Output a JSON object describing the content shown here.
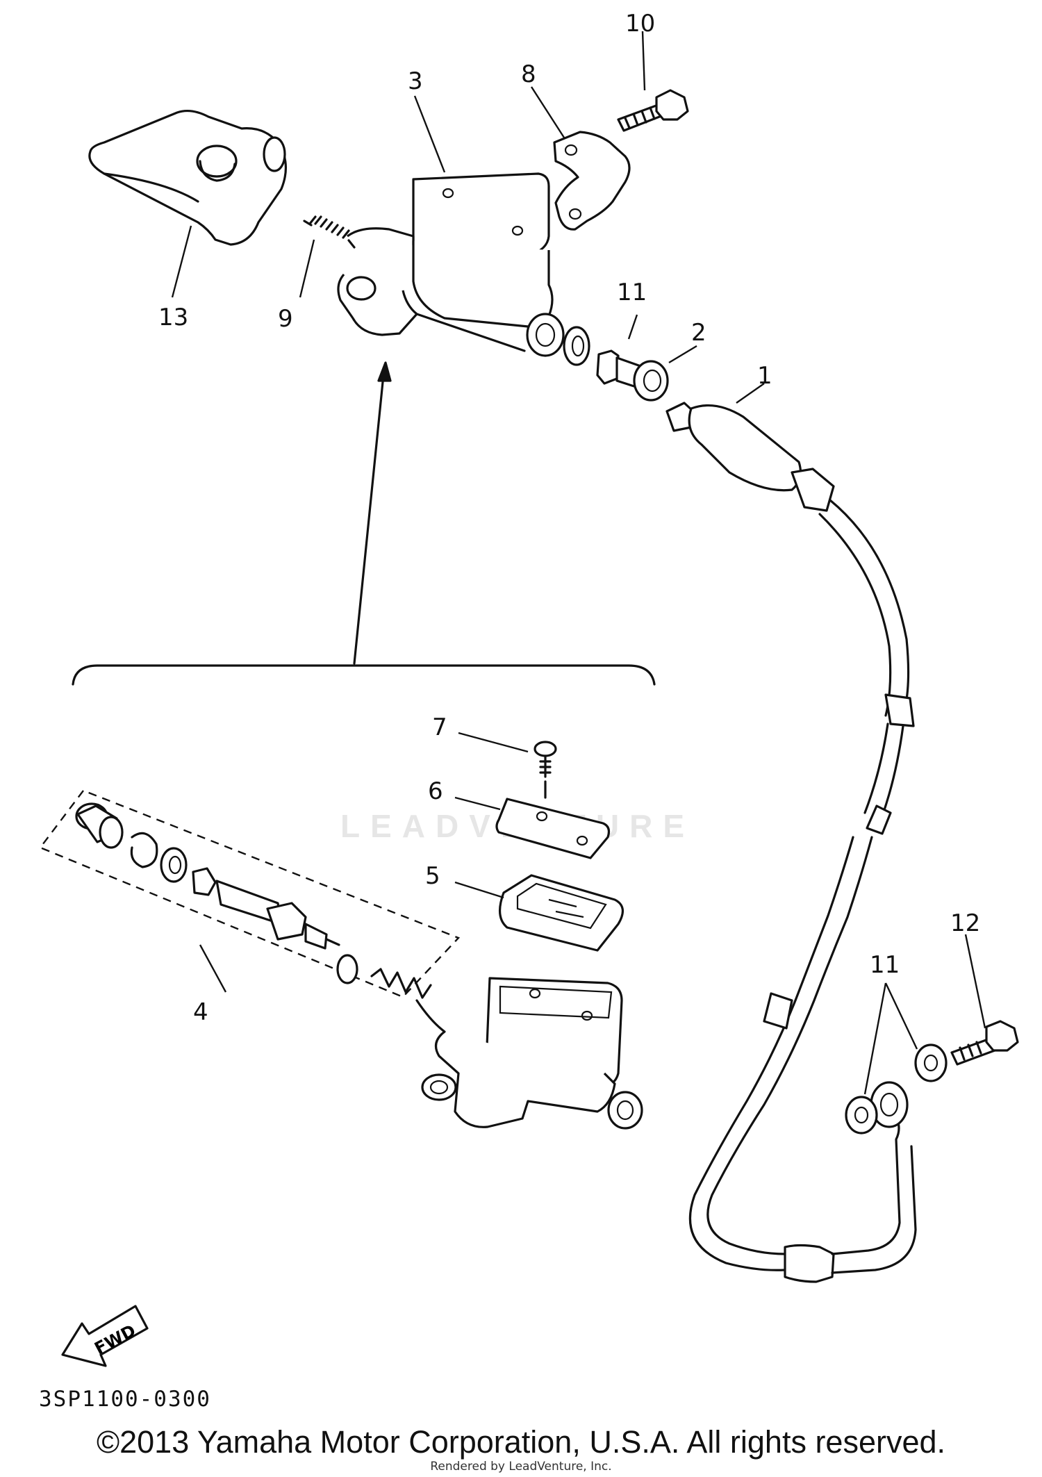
{
  "diagram": {
    "callouts": [
      {
        "id": "callout-1",
        "text": "1"
      },
      {
        "id": "callout-2",
        "text": "2"
      },
      {
        "id": "callout-3",
        "text": "3"
      },
      {
        "id": "callout-4",
        "text": "4"
      },
      {
        "id": "callout-5",
        "text": "5"
      },
      {
        "id": "callout-6",
        "text": "6"
      },
      {
        "id": "callout-7",
        "text": "7"
      },
      {
        "id": "callout-8",
        "text": "8"
      },
      {
        "id": "callout-9",
        "text": "9"
      },
      {
        "id": "callout-10",
        "text": "10"
      },
      {
        "id": "callout-11a",
        "text": "11"
      },
      {
        "id": "callout-11b",
        "text": "11"
      },
      {
        "id": "callout-12",
        "text": "12"
      },
      {
        "id": "callout-13",
        "text": "13"
      }
    ],
    "fwd_label": "FWD",
    "diagram_code": "3SP1100-0300",
    "watermark": "LEADVENTURE",
    "copyright": "©2013 Yamaha Motor Corporation, U.S.A. All rights reserved.",
    "renderer": "Rendered by LeadVenture, Inc."
  }
}
